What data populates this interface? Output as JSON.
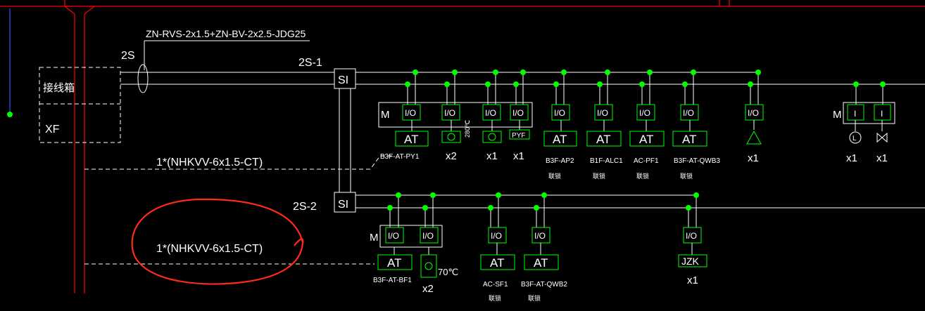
{
  "colors": {
    "background": "#000000",
    "wire": "#ffffff",
    "device": "#00ff00",
    "trunk": "#ff0000",
    "riser": "#3355ff",
    "annotation": "#ff2a1a"
  },
  "labels": {
    "cable_spec": "ZN-RVS-2x1.5+ZN-BV-2x2.5-JDG25",
    "bus_in": "2S",
    "bus_1": "2S-1",
    "bus_2": "2S-2",
    "junction_box": "接线箱",
    "xf": "XF",
    "si": "SI",
    "line_spec_1": "1*(NHKVV-6x1.5-CT)",
    "line_spec_2": "1*(NHKVV-6x1.5-CT)",
    "module_m": "M",
    "io": "I/O",
    "input": "I",
    "at": "AT",
    "jzk": "JZK",
    "pyf": "PYF",
    "temp_280": "280℃",
    "temp_70": "70℃",
    "lin": "联锁"
  },
  "row1_devices": [
    {
      "tag": "B3F-AT-PY1",
      "count": ""
    },
    {
      "tag": "",
      "count": "x2"
    },
    {
      "tag": "",
      "count": "x1"
    },
    {
      "tag": "",
      "count": "x1"
    },
    {
      "tag": "B3F-AP2",
      "count": ""
    },
    {
      "tag": "B1F-ALC1",
      "count": ""
    },
    {
      "tag": "AC-PF1",
      "count": ""
    },
    {
      "tag": "B3F-AT-QWB3",
      "count": ""
    },
    {
      "tag": "",
      "count": "x1"
    },
    {
      "tag": "",
      "count": "x1"
    },
    {
      "tag": "",
      "count": "x1"
    }
  ],
  "row2_devices": [
    {
      "tag": "B3F-AT-BF1",
      "count": ""
    },
    {
      "tag": "",
      "count": "x2"
    },
    {
      "tag": "AC-SF1",
      "count": ""
    },
    {
      "tag": "B3F-AT-QWB2",
      "count": ""
    },
    {
      "tag": "",
      "count": "x1"
    }
  ]
}
